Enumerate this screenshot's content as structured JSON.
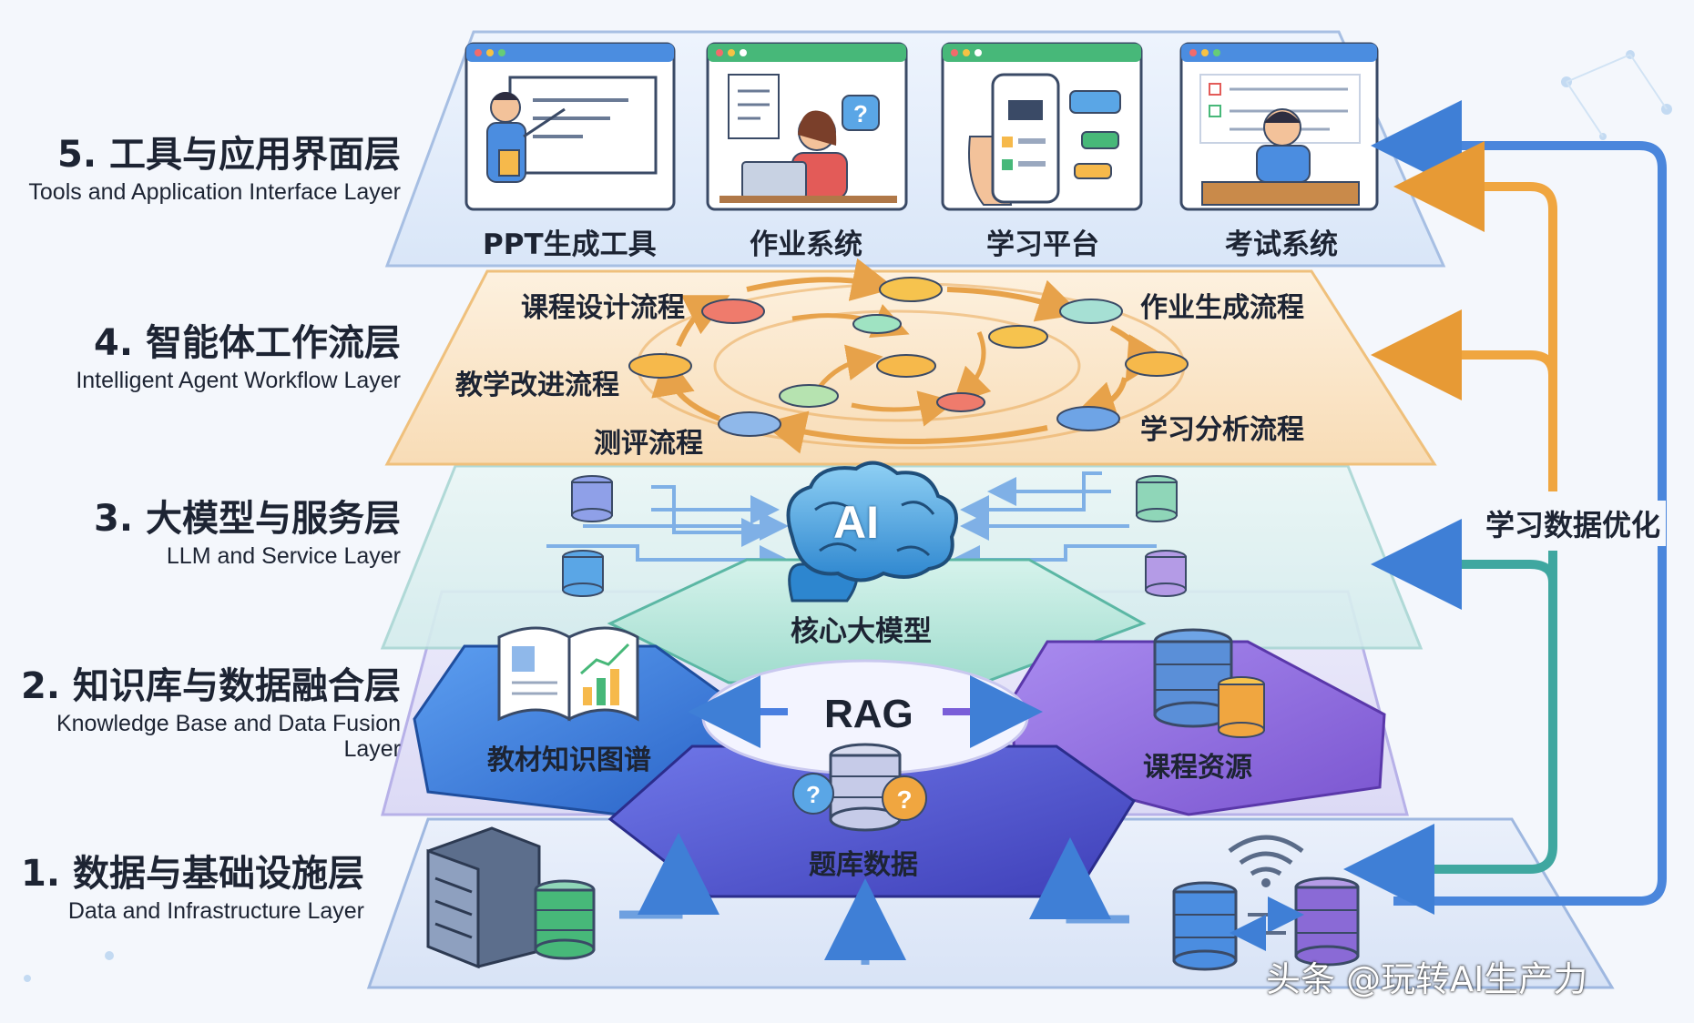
{
  "layers": [
    {
      "zh": "5. 工具与应用界面层",
      "en": "Tools and Application Interface Layer"
    },
    {
      "zh": "4. 智能体工作流层",
      "en": "Intelligent Agent Workflow Layer"
    },
    {
      "zh": "3. 大模型与服务层",
      "en": "LLM and Service Layer"
    },
    {
      "zh": "2. 知识库与数据融合层",
      "en": "Knowledge Base and Data Fusion Layer"
    },
    {
      "zh": "1. 数据与基础设施层",
      "en": "Data and Infrastructure Layer"
    }
  ],
  "tools": [
    "PPT生成工具",
    "作业系统",
    "学习平台",
    "考试系统"
  ],
  "workflows": {
    "course_design": "课程设计流程",
    "homework_gen": "作业生成流程",
    "teaching_improve": "教学改进流程",
    "assessment": "测评流程",
    "learning_analysis": "学习分析流程"
  },
  "llm": {
    "ai": "AI",
    "core": "核心大模型"
  },
  "knowledge": {
    "rag": "RAG",
    "textbook": "教材知识图谱",
    "course": "课程资源",
    "question": "题库数据"
  },
  "feedback_label": "学习数据优化",
  "watermark": "头条 @玩转AI生产力",
  "colors": {
    "blue": "#3f7fd6",
    "orange": "#f0a640",
    "teal": "#3fa7a0",
    "navy": "#4a5fc9",
    "purple": "#8a6ad6"
  }
}
